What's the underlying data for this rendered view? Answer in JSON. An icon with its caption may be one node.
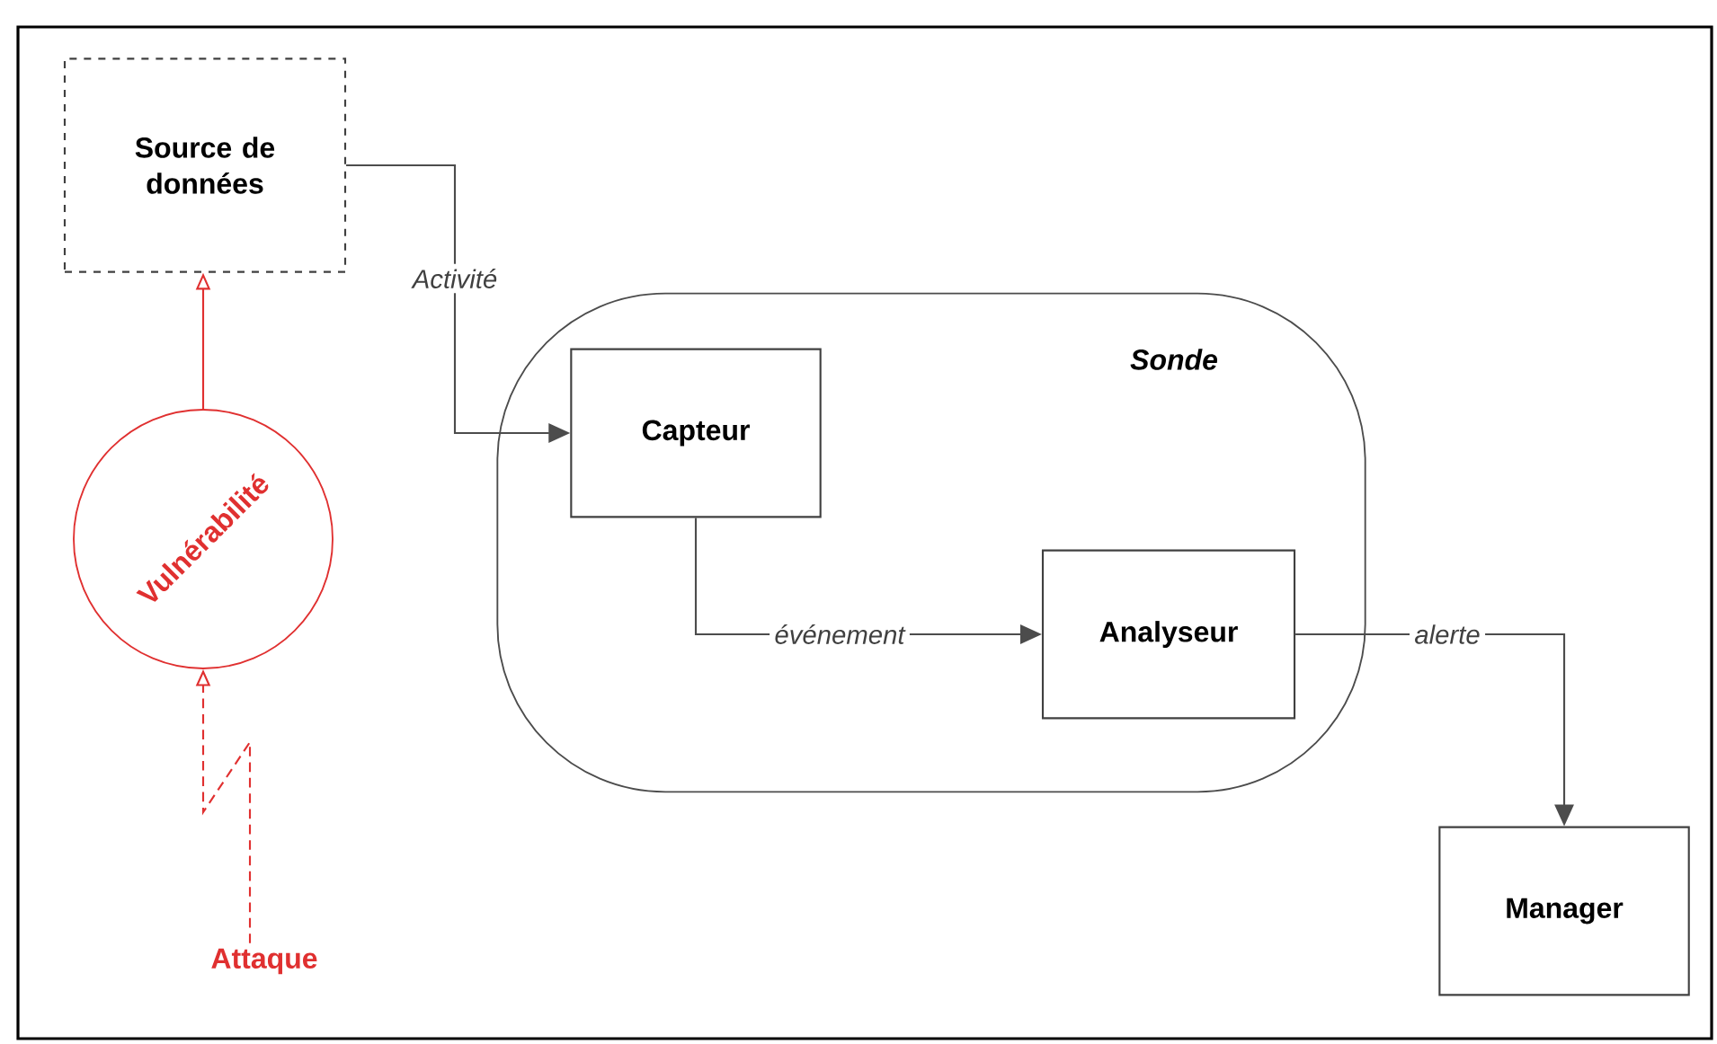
{
  "diagram": {
    "nodes": [
      {
        "text": [
          "Source de données"
        ]
      },
      {
        "text": [
          "Sonde"
        ]
      },
      {
        "text": [
          "Capteur"
        ],
        "in": 1
      },
      {
        "text": [
          "Analyseur"
        ],
        "in": 1
      },
      {
        "text": [
          "Manager"
        ]
      },
      {
        "text": [
          "Vulnérabilité"
        ]
      },
      {
        "text": [
          "Attaque"
        ]
      }
    ],
    "edges": [
      {
        "from": 0,
        "to": 2,
        "arrow": "to",
        "label": "Activité"
      },
      {
        "from": 2,
        "to": 3,
        "arrow": "to",
        "label": "événement"
      },
      {
        "from": 3,
        "to": 4,
        "arrow": "to",
        "label": "alerte"
      },
      {
        "from": 5,
        "to": 0,
        "arrow": "to",
        "color": "#e03030"
      },
      {
        "from": 6,
        "to": 5,
        "arrow": "to",
        "style": "dashed",
        "color": "#e03030"
      }
    ]
  }
}
